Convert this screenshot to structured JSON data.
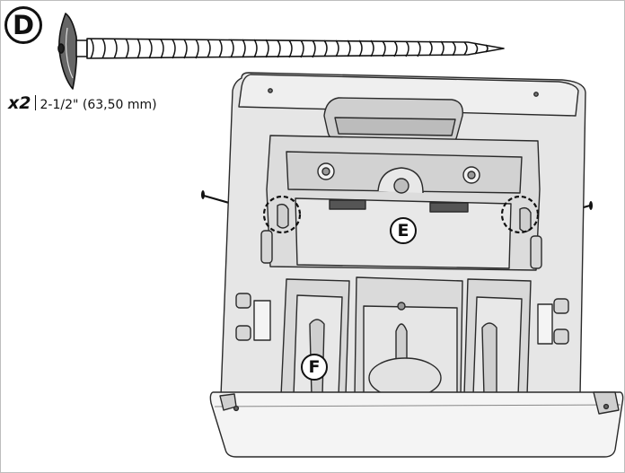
{
  "step": {
    "label": "D"
  },
  "fastener": {
    "quantity": "x2",
    "size": "2-1/2\" (63,50 mm)",
    "icon": "wood-screw-icon"
  },
  "callouts": {
    "e": "E",
    "f": "F"
  },
  "illustration": {
    "icon": "drawer-housing-line-drawing"
  },
  "colors": {
    "line": "#111111",
    "part": "#e4e4e4",
    "shadow": "#bdbdbd"
  }
}
